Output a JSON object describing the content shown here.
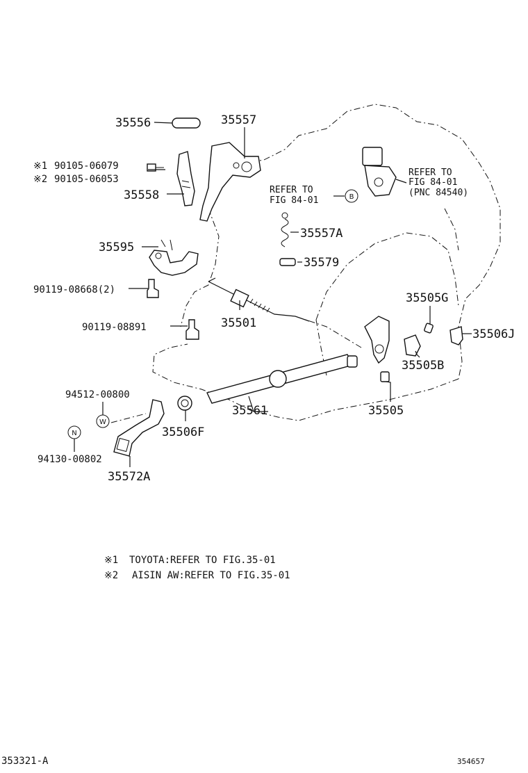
{
  "parts": {
    "p35556": "35556",
    "p35557": "35557",
    "p35558": "35558",
    "bolt1_mark": "※1",
    "bolt1_num": "90105-06079",
    "bolt2_mark": "※2",
    "bolt2_num": "90105-06053",
    "p35595": "35595",
    "p90119_08668": "90119-08668(2)",
    "p90119_08891": "90119-08891",
    "p35501": "35501",
    "p35557A": "35557A",
    "p35579": "35579",
    "p35505G": "35505G",
    "p35506J": "35506J",
    "p35505B": "35505B",
    "p35505": "35505",
    "p35561": "35561",
    "p35506F": "35506F",
    "p94512": "94512-00800",
    "p94130": "94130-00802",
    "p35572A": "35572A"
  },
  "refs": {
    "refer_left_line1": "REFER TO",
    "refer_left_line2": "FIG 84-01",
    "refer_right_line1": "REFER TO",
    "refer_right_line2": "FIG 84-01",
    "refer_right_line3": "(PNC 84540)",
    "circle_b": "B",
    "circle_w": "W",
    "circle_n": "N"
  },
  "notes": {
    "note1_mark": "※1",
    "note1_text": "TOYOTA:REFER TO FIG.35-01",
    "note2_mark": "※2",
    "note2_text": "AISIN AW:REFER TO FIG.35-01"
  },
  "footer": {
    "left_code": "353321-A",
    "right_code": "354657"
  }
}
